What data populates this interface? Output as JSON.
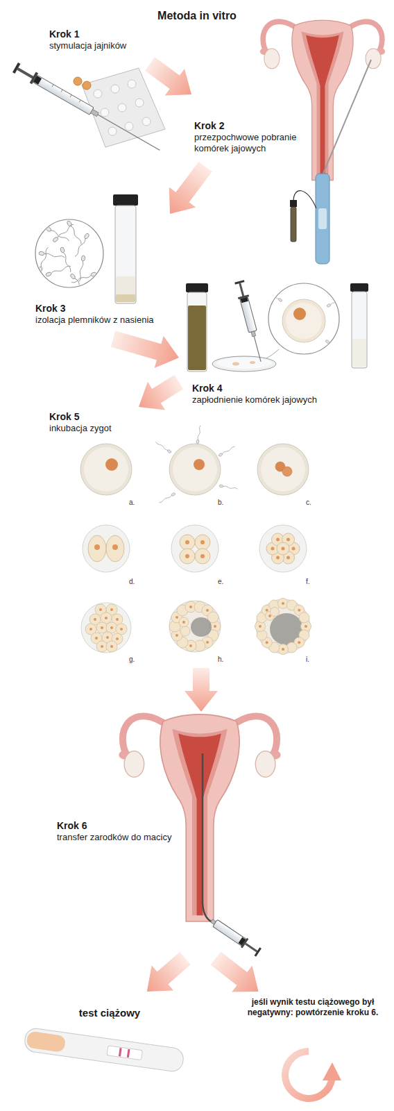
{
  "diagram": {
    "title": "Metoda in vitro",
    "nodes": [
      {
        "text": [
          "Krok 1",
          "stymulacja jajników"
        ]
      },
      {
        "text": [
          "Krok 2",
          "przezpochwowe pobranie komórek jajowych"
        ]
      },
      {
        "text": [
          "Krok 3",
          "izolacja plemników z nasienia"
        ]
      },
      {
        "text": [
          "Krok 4",
          "zapłodnienie komórek jajowych"
        ]
      },
      {
        "text": [
          "Krok 5",
          "inkubacja zygot"
        ]
      },
      {
        "text": [
          "Krok 6",
          "transfer zarodków do macicy"
        ]
      },
      {
        "text": [
          "test ciążowy"
        ]
      },
      {
        "text": [
          "jeśli wynik testu ciążowego był negatywny: powtórzenie kroku 6."
        ]
      }
    ],
    "edges": [
      {
        "from": 0,
        "to": 1,
        "arrow": "to"
      },
      {
        "from": 1,
        "to": 2,
        "arrow": "to"
      },
      {
        "from": 2,
        "to": 3,
        "arrow": "to"
      },
      {
        "from": 3,
        "to": 4,
        "arrow": "to"
      },
      {
        "from": 4,
        "to": 5,
        "arrow": "to"
      },
      {
        "from": 5,
        "to": 6,
        "arrow": "to"
      },
      {
        "from": 5,
        "to": 7,
        "arrow": "to"
      }
    ],
    "labels": [
      "a.",
      "b.",
      "c.",
      "d.",
      "e.",
      "f.",
      "g.",
      "h.",
      "i."
    ]
  }
}
